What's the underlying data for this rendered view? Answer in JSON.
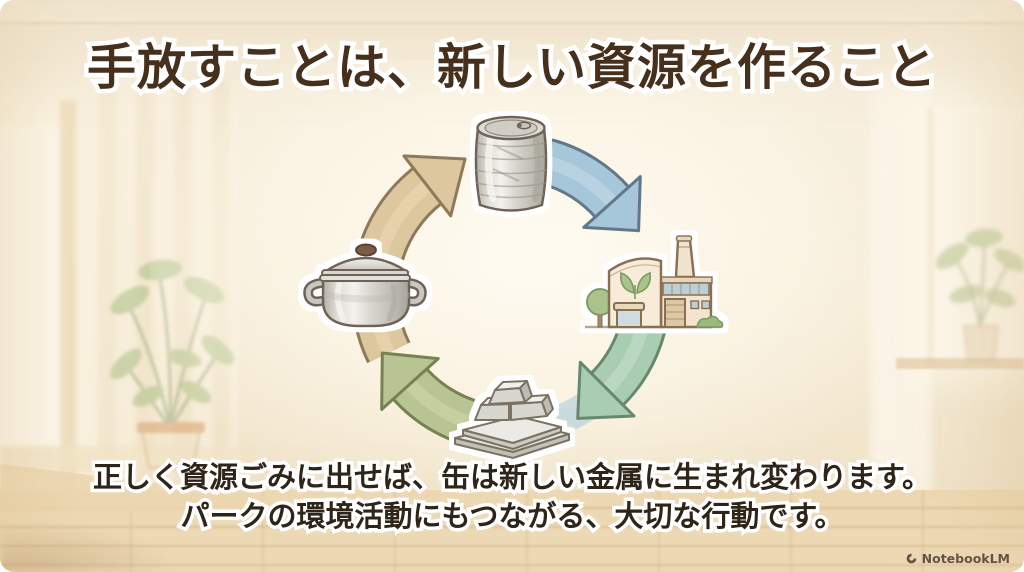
{
  "slide": {
    "title": "手放すことは、新しい資源を作ること",
    "description_line1": "正しく資源ごみに出せば、缶は新しい金属に生まれ変わります。",
    "description_line2": "パークの環境活動にもつながる、大切な行動です。",
    "watermark": "NotebookLM"
  },
  "cycle": {
    "items": [
      {
        "name": "aluminum-can",
        "icon": "tin-can-icon",
        "position": "top"
      },
      {
        "name": "recycling-factory",
        "icon": "factory-icon",
        "position": "right"
      },
      {
        "name": "metal-ingots",
        "icon": "ingots-icon",
        "position": "bottom"
      },
      {
        "name": "cooking-pot",
        "icon": "pot-icon",
        "position": "left"
      }
    ],
    "arrows": [
      {
        "from": "cooking-pot",
        "to": "aluminum-can",
        "fill": "#ddc79e",
        "highlight": "#ecd9b4",
        "outline": "#8d7a58"
      },
      {
        "from": "aluminum-can",
        "to": "recycling-factory",
        "fill": "#a6c6da",
        "highlight": "#c9dde9",
        "outline": "#62788a"
      },
      {
        "from": "recycling-factory",
        "to": "metal-ingots",
        "fill": "#a8cdb1",
        "highlight": "#c8e1cd",
        "outline": "#68876f"
      },
      {
        "from": "metal-ingots",
        "to": "cooking-pot",
        "fill": "#b8c493",
        "highlight": "#cfd8ab",
        "outline": "#76824f"
      }
    ],
    "swoosh_color": "#c2d7de"
  },
  "colors": {
    "background": "#f4ead7",
    "title_text": "#46301c",
    "body_text": "#2e2418",
    "text_outline": "#ffffff",
    "watermark_text": "#554639"
  }
}
